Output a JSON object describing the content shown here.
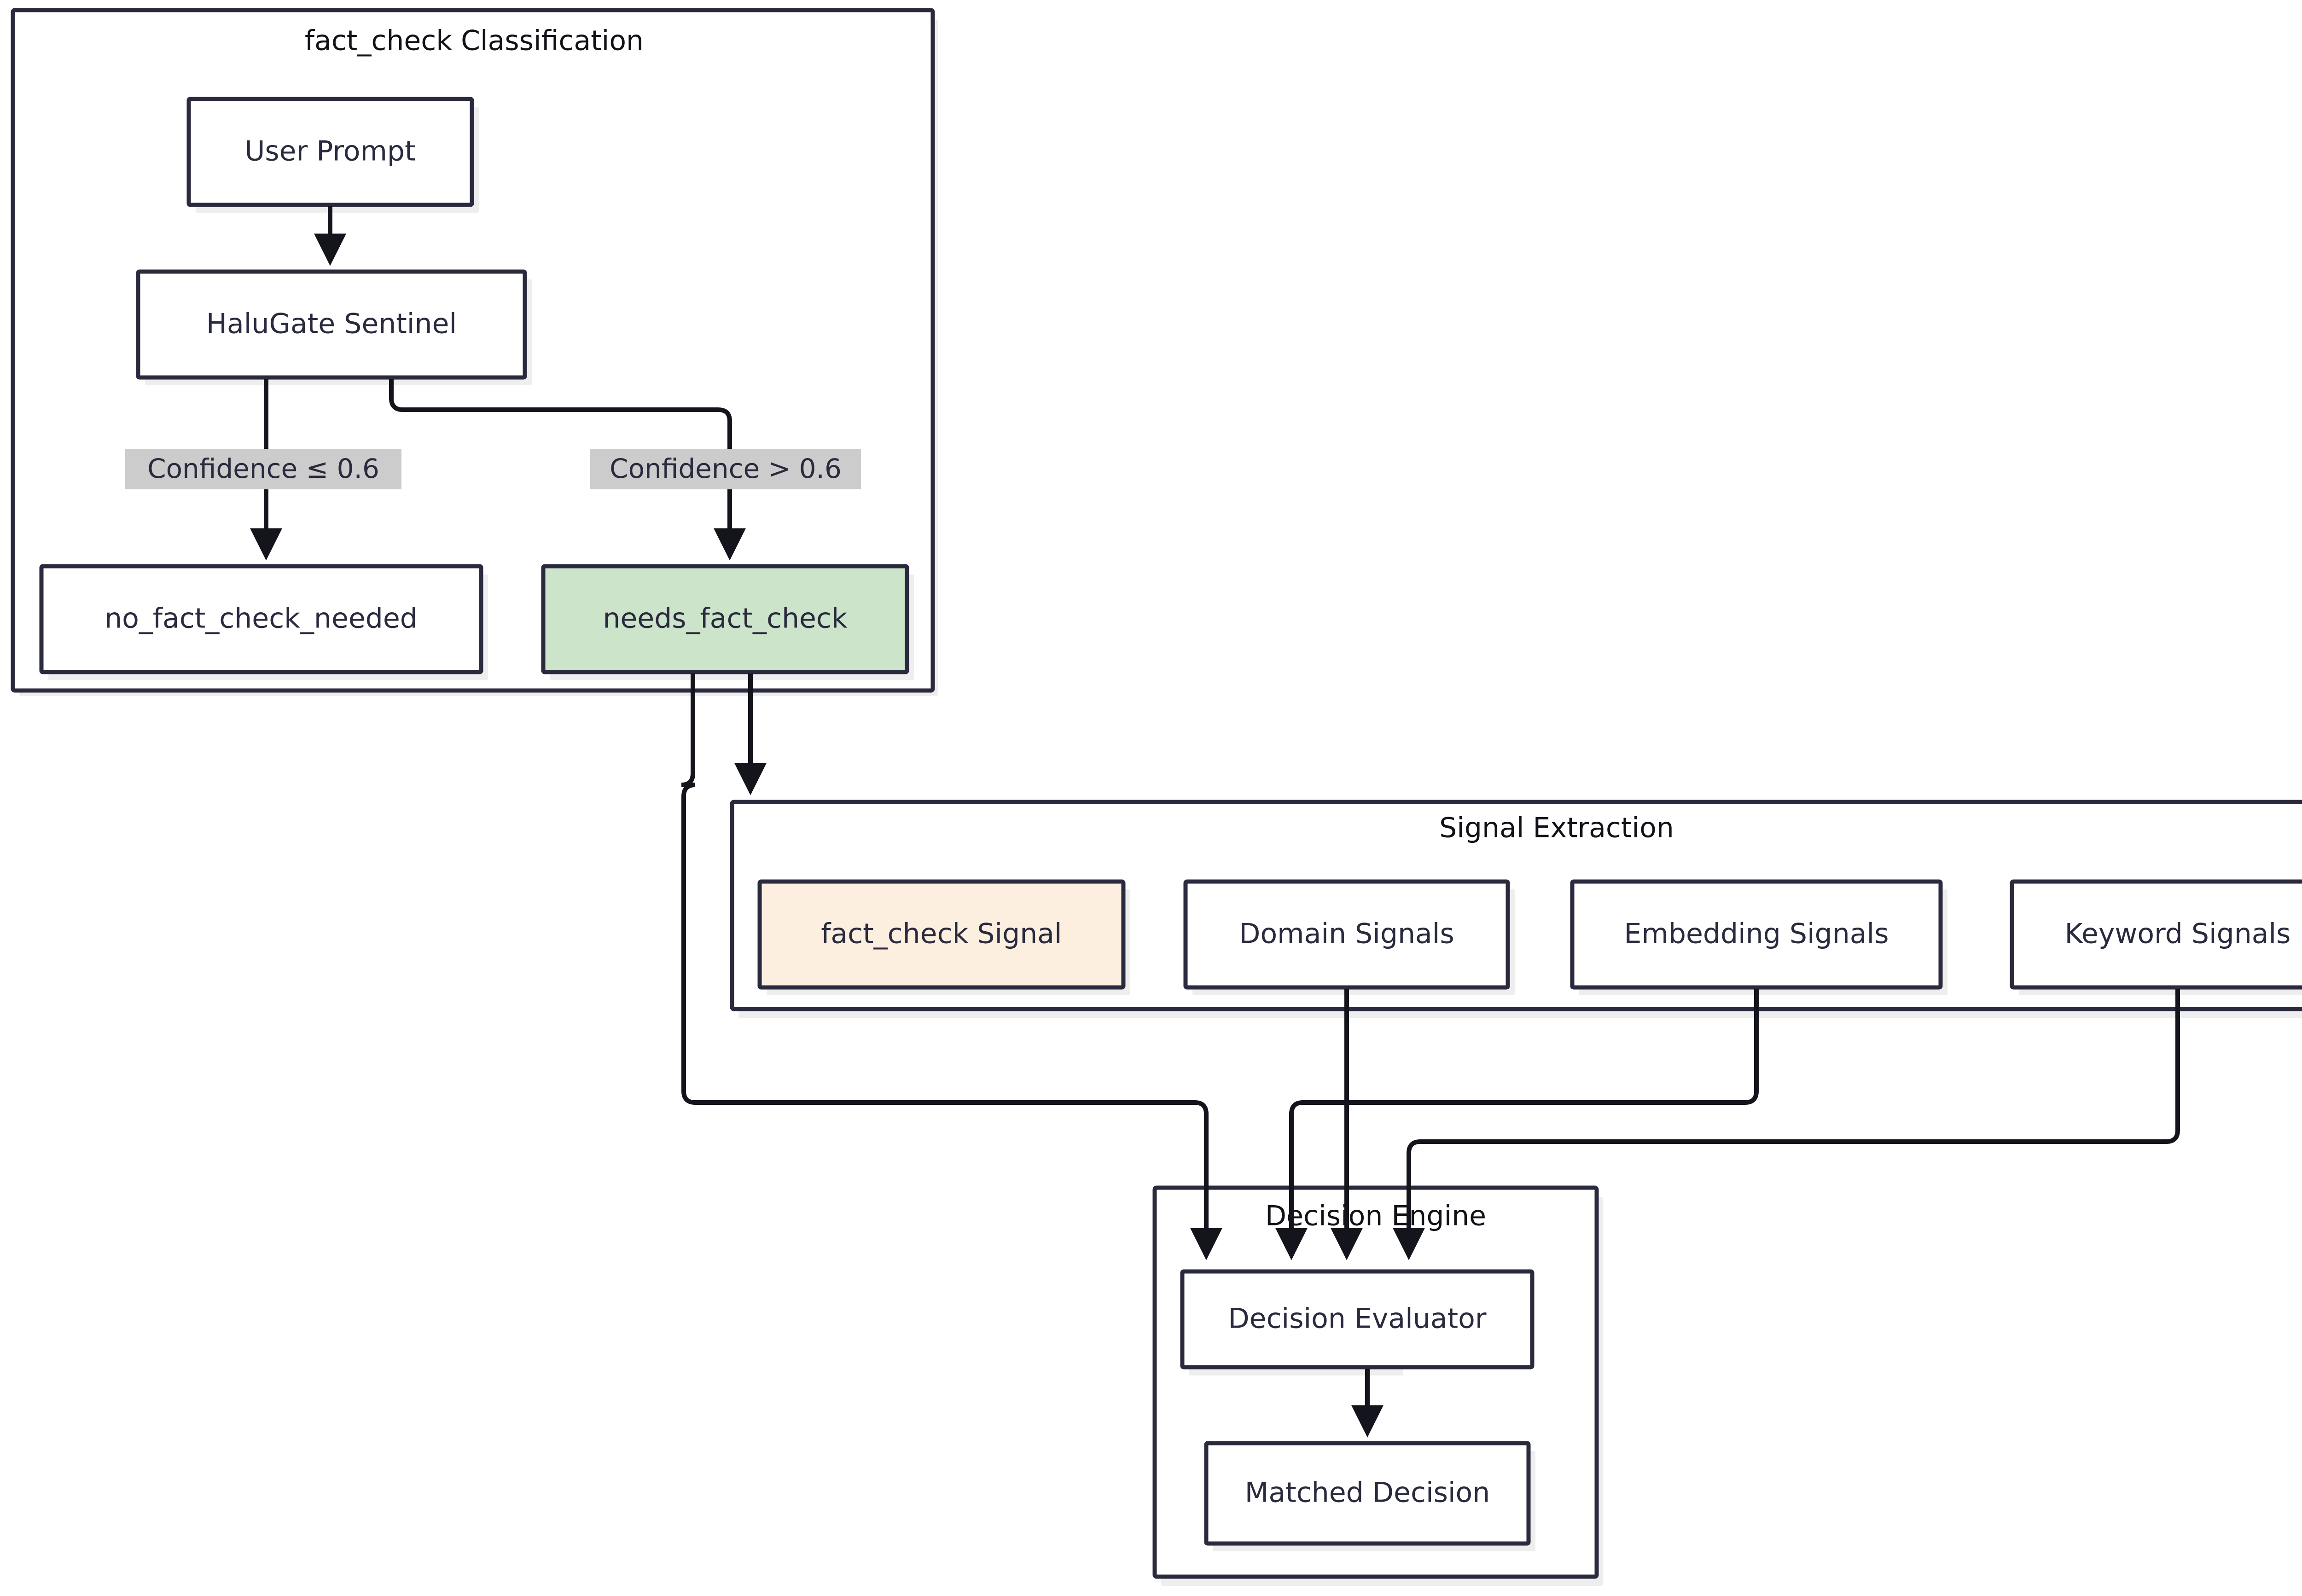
{
  "diagram": {
    "type": "flowchart",
    "direction": "top-down",
    "colors": {
      "border": "#2a2a3e",
      "edge": "#14141c",
      "node_fill": "#ffffff",
      "highlight_green": "#cce5ca",
      "highlight_orange": "#fcefe0",
      "edge_label_bg": "#cccccc",
      "shadow": "#eeeeee",
      "canvas": "#ffffff"
    },
    "clusters": [
      {
        "id": "classification",
        "title": "fact_check Classification"
      },
      {
        "id": "signal_extraction",
        "title": "Signal Extraction"
      },
      {
        "id": "decision_engine",
        "title": "Decision Engine"
      }
    ],
    "nodes": [
      {
        "id": "user_prompt",
        "label": "User Prompt",
        "cluster": "classification",
        "style": "plain"
      },
      {
        "id": "halugate_sentinel",
        "label": "HaluGate Sentinel",
        "cluster": "classification",
        "style": "plain"
      },
      {
        "id": "no_fact_check",
        "label": "no_fact_check_needed",
        "cluster": "classification",
        "style": "plain"
      },
      {
        "id": "needs_fact_check",
        "label": "needs_fact_check",
        "cluster": "classification",
        "style": "green"
      },
      {
        "id": "fact_check_signal",
        "label": "fact_check Signal",
        "cluster": "signal_extraction",
        "style": "orange"
      },
      {
        "id": "domain_signals",
        "label": "Domain Signals",
        "cluster": "signal_extraction",
        "style": "plain"
      },
      {
        "id": "embedding_signals",
        "label": "Embedding Signals",
        "cluster": "signal_extraction",
        "style": "plain"
      },
      {
        "id": "keyword_signals",
        "label": "Keyword Signals",
        "cluster": "signal_extraction",
        "style": "plain"
      },
      {
        "id": "decision_evaluator",
        "label": "Decision Evaluator",
        "cluster": "decision_engine",
        "style": "plain"
      },
      {
        "id": "matched_decision",
        "label": "Matched Decision",
        "cluster": "decision_engine",
        "style": "plain"
      }
    ],
    "edges": [
      {
        "from": "user_prompt",
        "to": "halugate_sentinel",
        "label": ""
      },
      {
        "from": "halugate_sentinel",
        "to": "no_fact_check",
        "label": "Confidence ≤ 0.6"
      },
      {
        "from": "halugate_sentinel",
        "to": "needs_fact_check",
        "label": "Confidence > 0.6"
      },
      {
        "from": "needs_fact_check",
        "to": "fact_check_signal",
        "label": ""
      },
      {
        "from": "needs_fact_check",
        "to": "decision_evaluator",
        "label": ""
      },
      {
        "from": "domain_signals",
        "to": "decision_evaluator",
        "label": ""
      },
      {
        "from": "embedding_signals",
        "to": "decision_evaluator",
        "label": ""
      },
      {
        "from": "keyword_signals",
        "to": "decision_evaluator",
        "label": ""
      },
      {
        "from": "decision_evaluator",
        "to": "matched_decision",
        "label": ""
      }
    ],
    "edge_labels": {
      "low_confidence": "Confidence ≤ 0.6",
      "high_confidence": "Confidence > 0.6"
    }
  }
}
